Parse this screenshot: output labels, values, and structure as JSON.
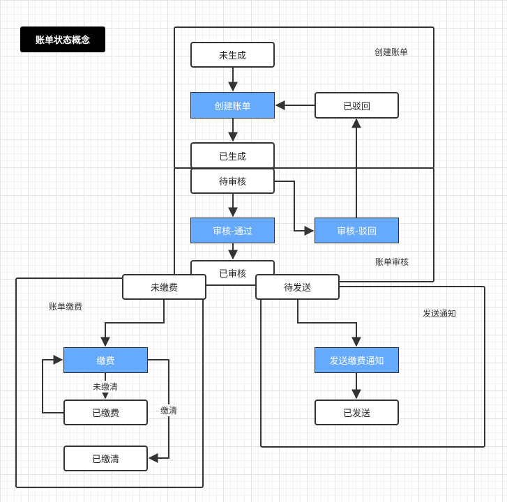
{
  "title": "账单状态概念",
  "groups": {
    "create": "创建账单",
    "review": "账单审核",
    "pay": "账单缴费",
    "notify": "发送通知"
  },
  "nodes": {
    "not_generated": "未生成",
    "create_bill": "创建账单",
    "rejected": "已驳回",
    "generated": "已生成",
    "pending_review": "待审核",
    "review_pass": "审核-通过",
    "review_reject": "审核-驳回",
    "reviewed": "已审核",
    "unpaid": "未缴费",
    "pending_send": "待发送",
    "pay": "缴费",
    "paid": "已缴费",
    "paid_off": "已缴清",
    "send_notice": "发送缴费通知",
    "sent": "已发送"
  },
  "edge_labels": {
    "not_cleared": "未缴清",
    "cleared": "缴清"
  },
  "colors": {
    "highlight": "#66aaff",
    "line": "#333333",
    "title_bg": "#000000"
  }
}
